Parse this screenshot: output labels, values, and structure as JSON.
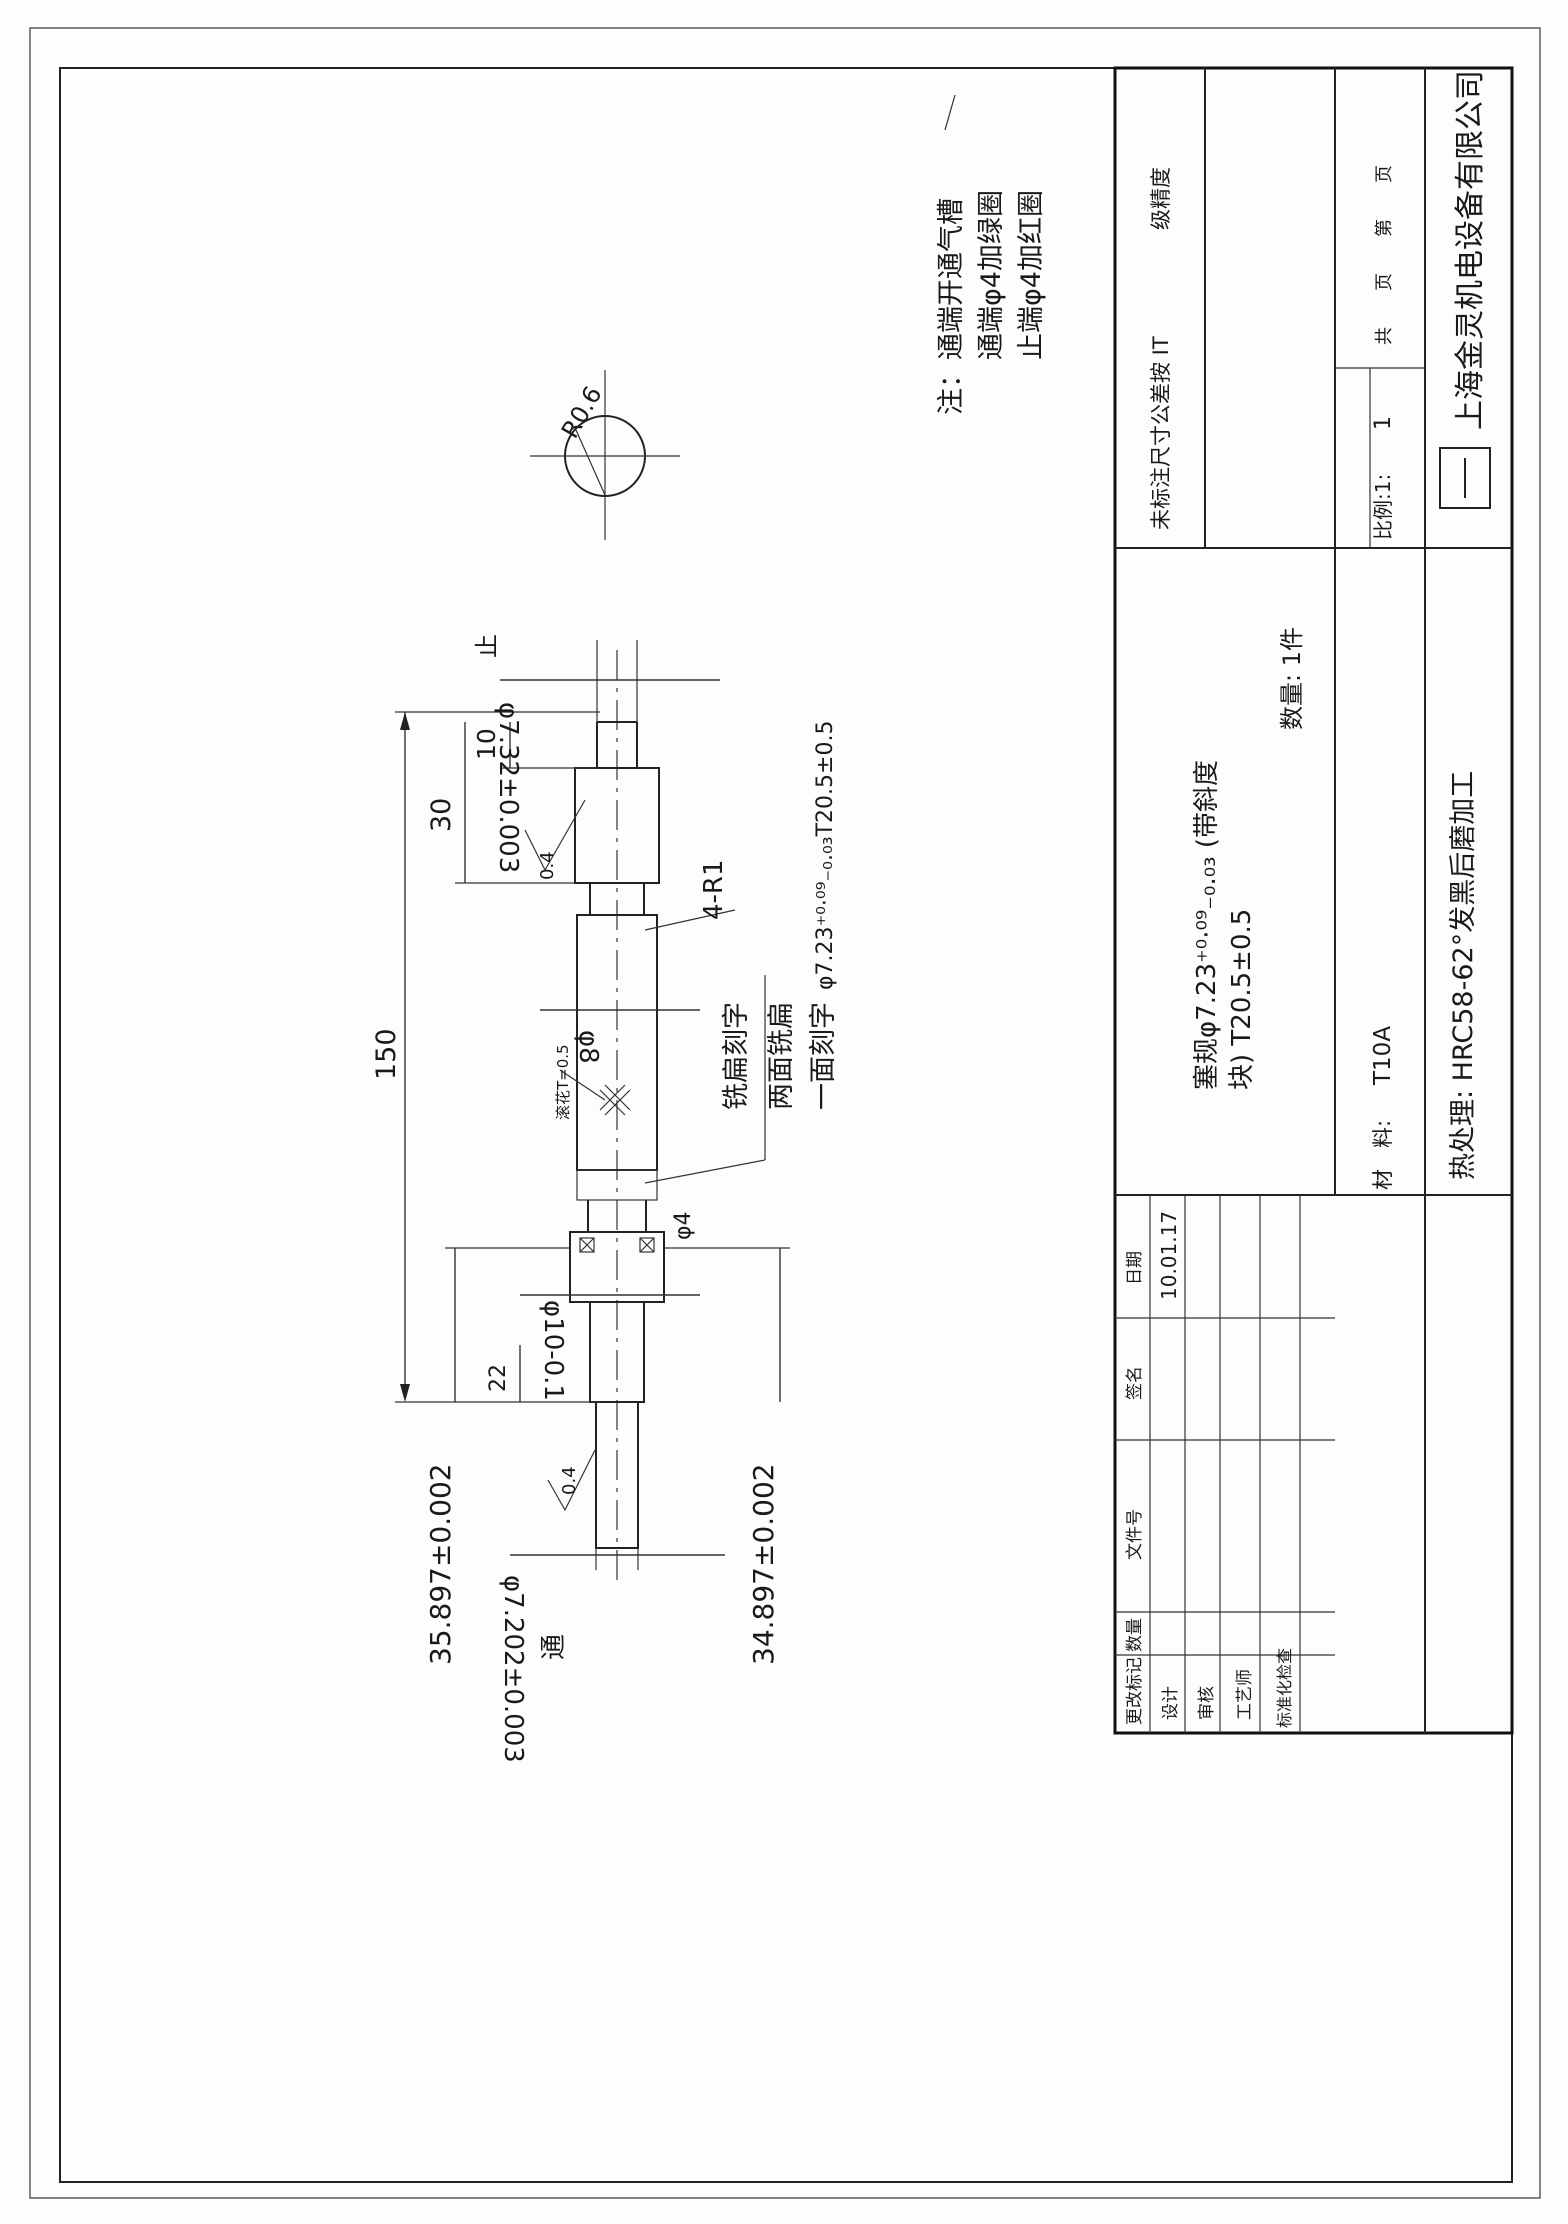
{
  "notes": {
    "heading": "注：",
    "line1": "通端开通气槽",
    "line2": "通端φ4加绿圈",
    "line3": "止端φ4加红圈"
  },
  "detail": {
    "radius_label": "R0.6"
  },
  "dimensions": {
    "overall_length": "150",
    "end_length": "30",
    "tip_length": "10",
    "go_tip": "22",
    "stop_dia": "φ7.32±0.003",
    "go_dia": "φ7.202±0.003",
    "body_dia": "φ8",
    "neck_dia": "φ4",
    "collar_dia": "φ10-0.1",
    "fillet": "4-R1",
    "roughness_top": "0.4",
    "roughness_bottom": "0.4",
    "go_diag": "35.897±0.002",
    "stop_diag": "34.897±0.002"
  },
  "labels": {
    "stop_end": "止",
    "go_end": "通",
    "knurl": "滚花T=0.5",
    "mill_engrave": "铣扁刻字",
    "two_flats": "两面铣扁",
    "engrave_one_side": "一面刻字",
    "engrave_spec": "φ7.23⁺⁰·⁰⁹₋₀.₀₃T20.5±0.5"
  },
  "title_block": {
    "tolerance_note_a": "未标注尺寸公差按 IT",
    "tolerance_note_b": "级精度",
    "part_name_1": "塞规φ7.23⁺⁰·⁰⁹₋₀.₀₃ (带斜度",
    "part_name_2": "块) T20.5±0.5",
    "quantity": "数量: 1件",
    "material_label": "材　料:",
    "material_value": "T10A",
    "scale_label": "比例:1:",
    "scale_value": "1",
    "pages": "共　　页　　第　　页",
    "heat_treatment": "热处理: HRC58-62°发黑后磨加工",
    "company": "上海金灵机电设备有限公司",
    "rev_col1": "更改标记",
    "rev_col2": "数量",
    "rev_col3": "文件号",
    "rev_col4": "签名",
    "rev_col5": "日期",
    "row_design": "设计",
    "row_review": "审核",
    "row_process": "工艺师",
    "row_standard": "标准化检查",
    "date_value": "10.01.17"
  }
}
